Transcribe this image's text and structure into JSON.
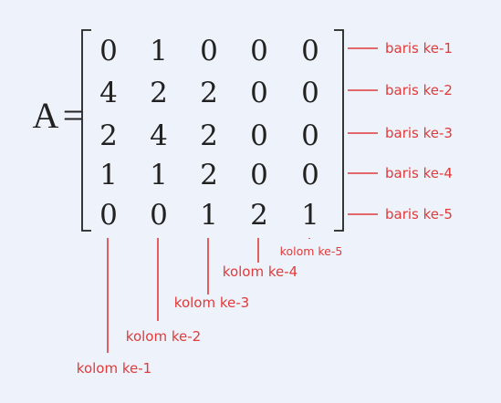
{
  "matrix": {
    "name": "A",
    "equals": "=",
    "rows": [
      [
        "0",
        "1",
        "0",
        "0",
        "0"
      ],
      [
        "4",
        "2",
        "2",
        "0",
        "0"
      ],
      [
        "2",
        "4",
        "2",
        "0",
        "0"
      ],
      [
        "1",
        "1",
        "2",
        "0",
        "0"
      ],
      [
        "0",
        "0",
        "1",
        "2",
        "1"
      ]
    ]
  },
  "row_labels": [
    "baris ke-1",
    "baris ke-2",
    "baris ke-3",
    "baris ke-4",
    "baris ke-5"
  ],
  "column_labels": [
    "kolom ke-1",
    "kolom ke-2",
    "kolom ke-3",
    "kolom ke-4",
    "kolom ke-5"
  ],
  "colors": {
    "background": "#eef3fb",
    "matrix_text": "#222222",
    "annotation": "#e03a3a"
  }
}
